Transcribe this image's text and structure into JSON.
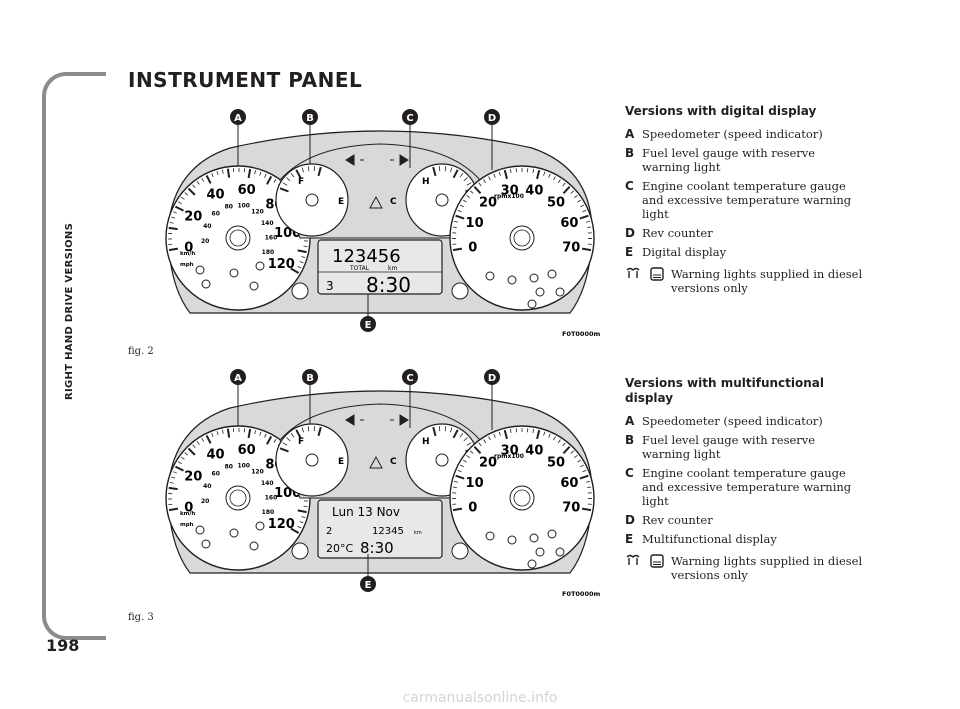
{
  "page": {
    "side_label": "RIGHT HAND DRIVE VERSIONS",
    "page_number": "198",
    "title": "INSTRUMENT PANEL",
    "watermark": "carmanualsonline.info"
  },
  "figures": [
    {
      "label": "fig. 2",
      "code": "F0T0000m",
      "callouts": [
        "A",
        "B",
        "C",
        "D",
        "E"
      ],
      "display": {
        "line1": "123456",
        "line1_caption": "TOTAL",
        "line1_unit": "km",
        "line2_left": "3",
        "line2_time": "8:30"
      }
    },
    {
      "label": "fig. 3",
      "code": "F0T0000m",
      "callouts": [
        "A",
        "B",
        "C",
        "D",
        "E"
      ],
      "display": {
        "line1": "Lun 13 Nov",
        "line2_left": "2",
        "line2_km": "12345",
        "line2_unit": "km",
        "line3_left": "20°C",
        "line3_time": "8:30"
      }
    }
  ],
  "gauges": {
    "speed_outer": [
      "0",
      "20",
      "40",
      "60",
      "80",
      "100",
      "120"
    ],
    "speed_inner": [
      "20",
      "40",
      "60",
      "80",
      "100",
      "120",
      "140",
      "160",
      "180"
    ],
    "speed_units": [
      "mph",
      "km/h"
    ],
    "fuel": [
      "F",
      "E"
    ],
    "temp": [
      "H",
      "C"
    ],
    "rev": [
      "0",
      "10",
      "20",
      "30",
      "40",
      "50",
      "60",
      "70"
    ],
    "rev_unit": "rpmx100"
  },
  "sections": [
    {
      "heading": "Versions with digital display",
      "items": [
        {
          "key": "A",
          "text": "Speedometer (speed indicator)"
        },
        {
          "key": "B",
          "text": "Fuel level gauge with reserve warning light"
        },
        {
          "key": "C",
          "text": "Engine coolant temperature gauge and excessive temperature warning light"
        },
        {
          "key": "D",
          "text": "Rev counter"
        },
        {
          "key": "E",
          "text": "Digital display"
        }
      ],
      "note": "Warning lights supplied in diesel versions only"
    },
    {
      "heading": "Versions with multifunctional display",
      "items": [
        {
          "key": "A",
          "text": "Speedometer (speed indicator)"
        },
        {
          "key": "B",
          "text": "Fuel level gauge with reserve warning light"
        },
        {
          "key": "C",
          "text": "Engine coolant temperature gauge and excessive temperature warning light"
        },
        {
          "key": "D",
          "text": "Rev counter"
        },
        {
          "key": "E",
          "text": "Multifunctional display"
        }
      ],
      "note": "Warning lights supplied in diesel versions only"
    }
  ]
}
